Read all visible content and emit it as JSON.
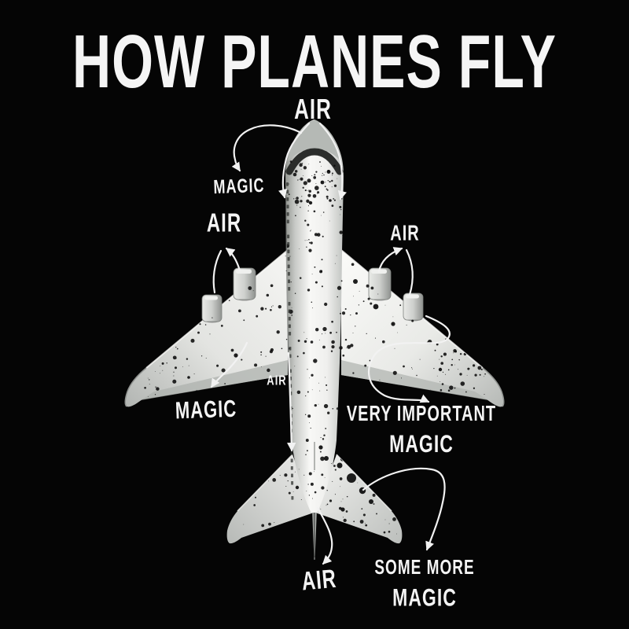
{
  "title": "HOW PLANES FLY",
  "labels": {
    "air_top": "AIR",
    "magic_top": "MAGIC",
    "air_left": "AIR",
    "air_right": "AIR",
    "air_center": "AIR",
    "magic_left": "MAGIC",
    "vim_line1": "VERY IMPORTANT",
    "vim_line2": "MAGIC",
    "air_bottom": "AIR",
    "smm_line1": "SOME MORE",
    "smm_line2": "MAGIC"
  },
  "colors": {
    "background": "#050505",
    "label_text": "#f4f4f4",
    "plane_light": "#f7f7f5",
    "plane_shadow": "#9b9e9b",
    "windshield": "#2b2d2b",
    "speckle": "#0b0b0b",
    "arrow": "#f2f2f2"
  }
}
